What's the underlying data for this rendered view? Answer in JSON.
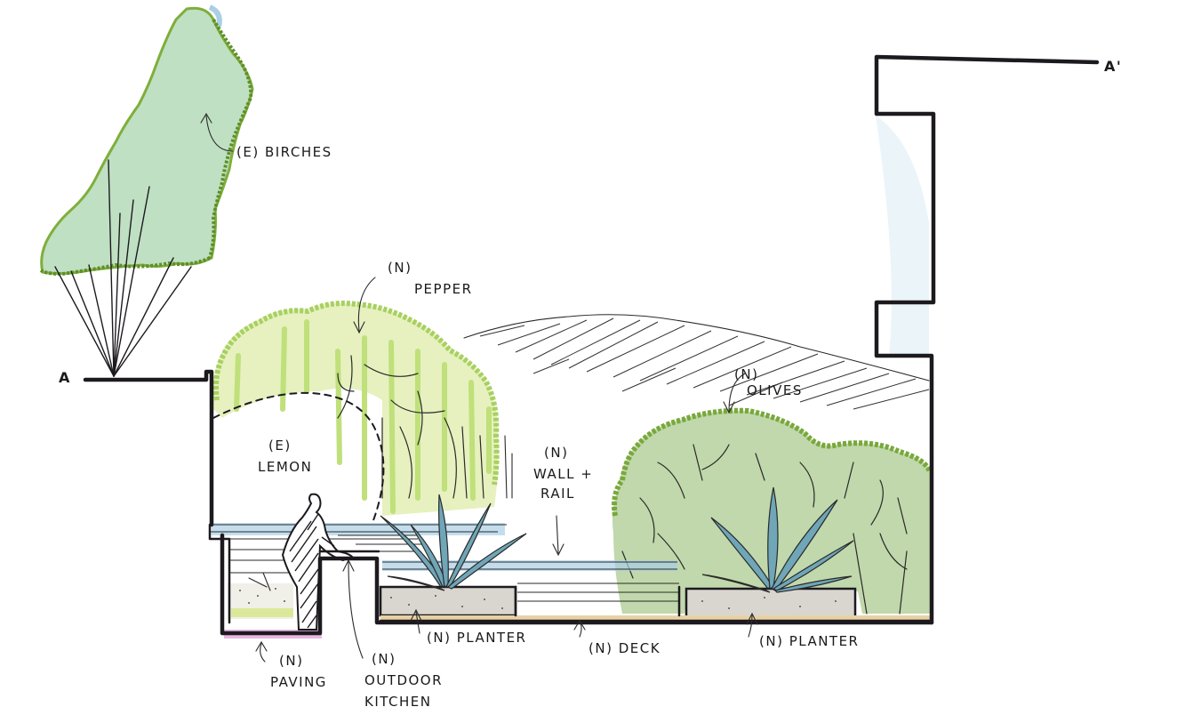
{
  "section_marks": {
    "start": "A",
    "end": "A'"
  },
  "labels": {
    "birches": "(E) BIRCHES",
    "pepper_line1": "(N)",
    "pepper_line2": "PEPPER",
    "olives_line1": "(N)",
    "olives_line2": "OLIVES",
    "lemon_line1": "(E)",
    "lemon_line2": "LEMON",
    "wall_line1": "(N)",
    "wall_line2": "WALL +",
    "wall_line3": "RAIL",
    "planter_left": "(N) PLANTER",
    "deck": "(N) DECK",
    "planter_right": "(N) PLANTER",
    "paving_line1": "(N)",
    "paving_line2": "PAVING",
    "kitchen_line1": "(N)",
    "kitchen_line2": "OUTDOOR",
    "kitchen_line3": "KITCHEN"
  },
  "colors": {
    "ink": "#1d1a1f",
    "birch_fill": "#bfe0c2",
    "birch_edge": "#7fae3c",
    "pepper_fill": "#e3f0b8",
    "pepper_streak": "#bfe07a",
    "olive_fill": "#bdd6a6",
    "olive_edge": "#78a83a",
    "agave": "#6fa6b8",
    "water_blue": "#a9cfe6",
    "concrete": "#d9d6d0",
    "deck_tan": "#e8d2a4",
    "paving_pink": "#e9b7e3"
  }
}
